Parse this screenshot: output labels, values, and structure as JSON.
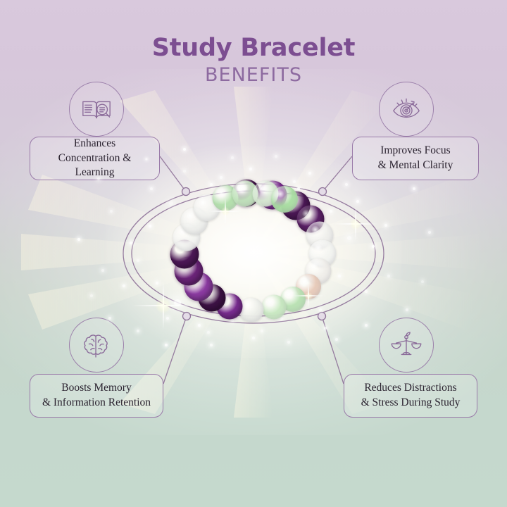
{
  "header": {
    "title": "Study Bracelet",
    "subtitle": "BENEFITS"
  },
  "colors": {
    "title": "#7c4e91",
    "subtitle": "#8d6aa0",
    "outline": "#9a7ba9",
    "body_text": "#2b2330",
    "bg_top": "#d9c9dd",
    "bg_bottom": "#c5d9cd",
    "bead_deep_purple": "#4a1550",
    "bead_purple": "#8b3a9e",
    "bead_green": "#a9dba4",
    "bead_white": "#f2f3f1",
    "bead_peach": "#e6c6b4"
  },
  "benefits": [
    {
      "id": "enhances-concentration",
      "position": "top-left",
      "icon": "book-magnifier-icon",
      "icon_label": "open book with magnifying glass",
      "text": "Enhances\nConcentration & Learning"
    },
    {
      "id": "improves-focus",
      "position": "top-right",
      "icon": "eye-target-icon",
      "icon_label": "eye with dart target",
      "text": "Improves Focus\n& Mental Clarity"
    },
    {
      "id": "boosts-memory",
      "position": "bottom-left",
      "icon": "brain-icon",
      "icon_label": "brain outline",
      "text": "Boosts Memory\n& Information Retention"
    },
    {
      "id": "reduces-distractions",
      "position": "bottom-right",
      "icon": "balance-scales-leaf-icon",
      "icon_label": "balance scales with leaf",
      "text": "Reduces Distractions\n& Stress During Study"
    }
  ],
  "product": {
    "name": "study-bracelet",
    "description": "Beaded stretch bracelet photographed on a glowing white background",
    "bead_sequence": [
      {
        "angle": -96,
        "color": "#3f1247",
        "size": 39
      },
      {
        "angle": -74,
        "color": "#7e2e93",
        "size": 41
      },
      {
        "angle": -52,
        "color": "#4c1856",
        "size": 41
      },
      {
        "angle": -34,
        "color": "#5d2169",
        "size": 39
      },
      {
        "angle": -16,
        "color": "#efefec",
        "size": 39
      },
      {
        "angle": 2,
        "color": "#f3f4f1",
        "size": 39
      },
      {
        "angle": 20,
        "color": "#f0eeea",
        "size": 37
      },
      {
        "angle": 37,
        "color": "#e8cbba",
        "size": 36
      },
      {
        "angle": 55,
        "color": "#b9e2b3",
        "size": 36
      },
      {
        "angle": 73,
        "color": "#c9e9c2",
        "size": 35
      },
      {
        "angle": 92,
        "color": "#eceee9",
        "size": 35
      },
      {
        "angle": 110,
        "color": "#7b2d92",
        "size": 37
      },
      {
        "angle": 127,
        "color": "#3d1145",
        "size": 39
      },
      {
        "angle": 143,
        "color": "#8d3ba3",
        "size": 41
      },
      {
        "angle": 160,
        "color": "#6b2479",
        "size": 41
      },
      {
        "angle": 177,
        "color": "#4d1857",
        "size": 41
      },
      {
        "angle": 194,
        "color": "#f3f4f1",
        "size": 39
      },
      {
        "angle": 211,
        "color": "#eeefec",
        "size": 39
      },
      {
        "angle": 228,
        "color": "#f1f2ef",
        "size": 38
      },
      {
        "angle": 246,
        "color": "#b3e0ac",
        "size": 37
      },
      {
        "angle": 263,
        "color": "#c6e8c0",
        "size": 37
      },
      {
        "angle": 280,
        "color": "#d9ecd4",
        "size": 37
      },
      {
        "angle": 297,
        "color": "#aadfa3",
        "size": 38
      }
    ]
  },
  "decoration": {
    "ellipse_ring": "outer and inner ellipse ring framing the bracelet",
    "node_count": 4
  }
}
